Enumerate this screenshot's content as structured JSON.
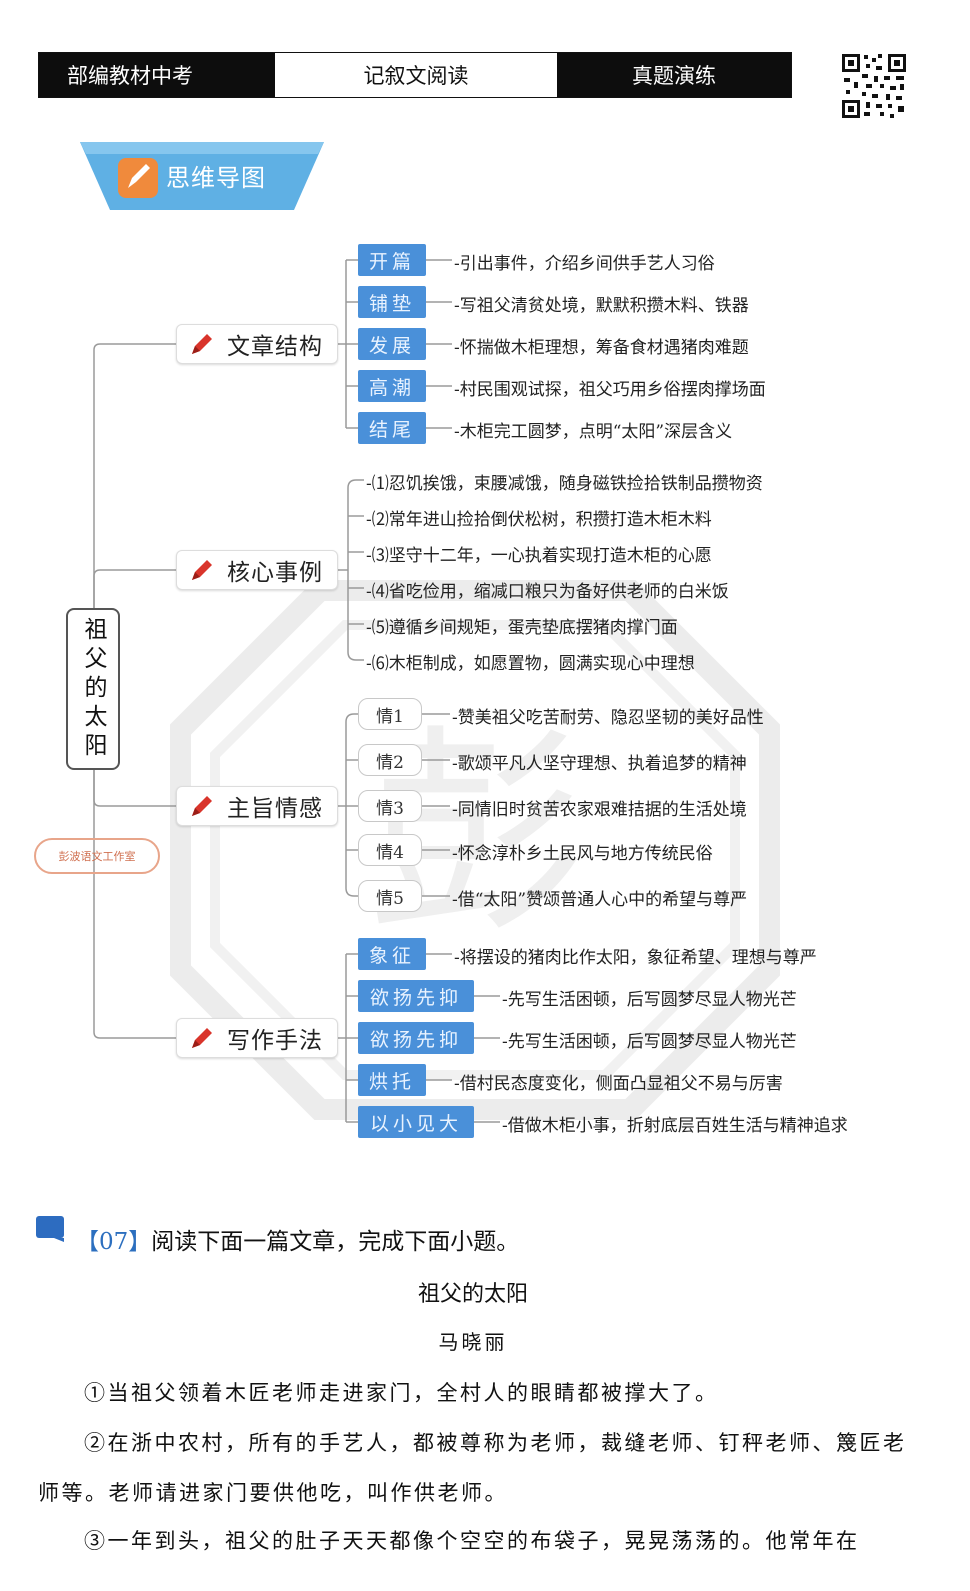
{
  "header": {
    "left": "部编教材中考",
    "middle": "记叙文阅读",
    "right": "真题演练"
  },
  "banner": {
    "title": "思维导图"
  },
  "mindmap": {
    "root": "祖父的太阳",
    "stamp": "彭波语文工作室",
    "structure": {
      "label": "文章结构",
      "items": [
        {
          "tag": "开篇",
          "text": "-引出事件，介绍乡间供手艺人习俗"
        },
        {
          "tag": "铺垫",
          "text": "-写祖父清贫处境，默默积攒木料、铁器"
        },
        {
          "tag": "发展",
          "text": "-怀揣做木柜理想，筹备食材遇猪肉难题"
        },
        {
          "tag": "高潮",
          "text": "-村民围观试探，祖父巧用乡俗摆肉撑场面"
        },
        {
          "tag": "结尾",
          "text": "-木柜完工圆梦，点明“太阳”深层含义"
        }
      ]
    },
    "events": {
      "label": "核心事例",
      "items": [
        "-⑴忍饥挨饿，束腰减饿，随身磁铁捡拾铁制品攒物资",
        "-⑵常年进山捡拾倒伏松树，积攒打造木柜木料",
        "-⑶坚守十二年，一心执着实现打造木柜的心愿",
        "-⑷省吃俭用，缩减口粮只为备好供老师的白米饭",
        "-⑸遵循乡间规矩，蛋壳垫底摆猪肉撑门面",
        "-⑹木柜制成，如愿置物，圆满实现心中理想"
      ]
    },
    "theme": {
      "label": "主旨情感",
      "items": [
        {
          "tag": "情1",
          "text": "-赞美祖父吃苦耐劳、隐忍坚韧的美好品性"
        },
        {
          "tag": "情2",
          "text": "-歌颂平凡人坚守理想、执着追梦的精神"
        },
        {
          "tag": "情3",
          "text": "-同情旧时贫苦农家艰难拮据的生活处境"
        },
        {
          "tag": "情4",
          "text": "-怀念淳朴乡土民风与地方传统民俗"
        },
        {
          "tag": "情5",
          "text": "-借“太阳”赞颂普通人心中的希望与尊严"
        }
      ]
    },
    "technique": {
      "label": "写作手法",
      "items": [
        {
          "tag": "象征",
          "text": "-将摆设的猪肉比作太阳，象征希望、理想与尊严"
        },
        {
          "tag": "欲扬先抑",
          "text": "-先写生活困顿，后写圆梦尽显人物光芒"
        },
        {
          "tag": "欲扬先抑",
          "text": "-先写生活困顿，后写圆梦尽显人物光芒"
        },
        {
          "tag": "烘托",
          "text": "-借村民态度变化，侧面凸显祖父不易与厉害"
        },
        {
          "tag": "以小见大",
          "text": "-借做木柜小事，折射底层百姓生活与精神追求"
        }
      ]
    }
  },
  "reading": {
    "number": "【07】",
    "instruction": "阅读下面一篇文章，完成下面小题。",
    "title": "祖父的太阳",
    "author": "马晓丽",
    "paragraphs": [
      "①当祖父领着木匠老师走进家门，全村人的眼睛都被撑大了。",
      "②在浙中农村，所有的手艺人，都被尊称为老师，裁缝老师、钉秤老师、篾匠老师等。老师请进家门要供他吃，叫作供老师。",
      "③一年到头，祖父的肚子天天都像个空空的布袋子，晃晃荡荡的。他常年在"
    ]
  }
}
